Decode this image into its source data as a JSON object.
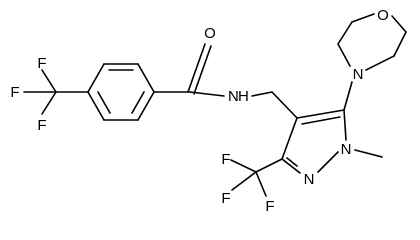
{
  "molecule": {
    "atoms": {
      "o_amide": "O",
      "nh_amide": "N",
      "h_amide": "H",
      "n_morpholine": "N",
      "o_morpholine": "O",
      "n1_pyrazole": "N",
      "n2_pyrazole": "N",
      "cf3_aryl": [
        "F",
        "F",
        "F"
      ],
      "cf3_pyrazole": [
        "F",
        "F",
        "F"
      ]
    }
  }
}
